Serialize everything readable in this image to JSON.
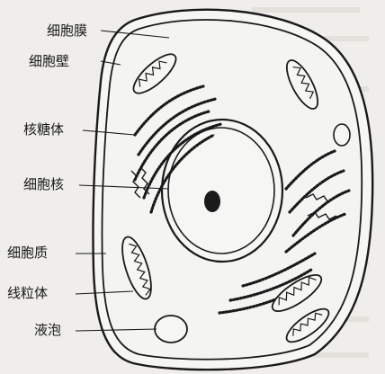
{
  "labels": {
    "cell_membrane": "细胞膜",
    "cell_wall": "细胞壁",
    "ribosome": "核糖体",
    "nucleus": "细胞核",
    "cytoplasm": "细胞质",
    "mitochondrion": "线粒体",
    "vacuole": "液泡"
  },
  "colors": {
    "ink": "#1a1a1a",
    "paper": "#efeeea",
    "cell_fill": "#f4f4f2"
  }
}
